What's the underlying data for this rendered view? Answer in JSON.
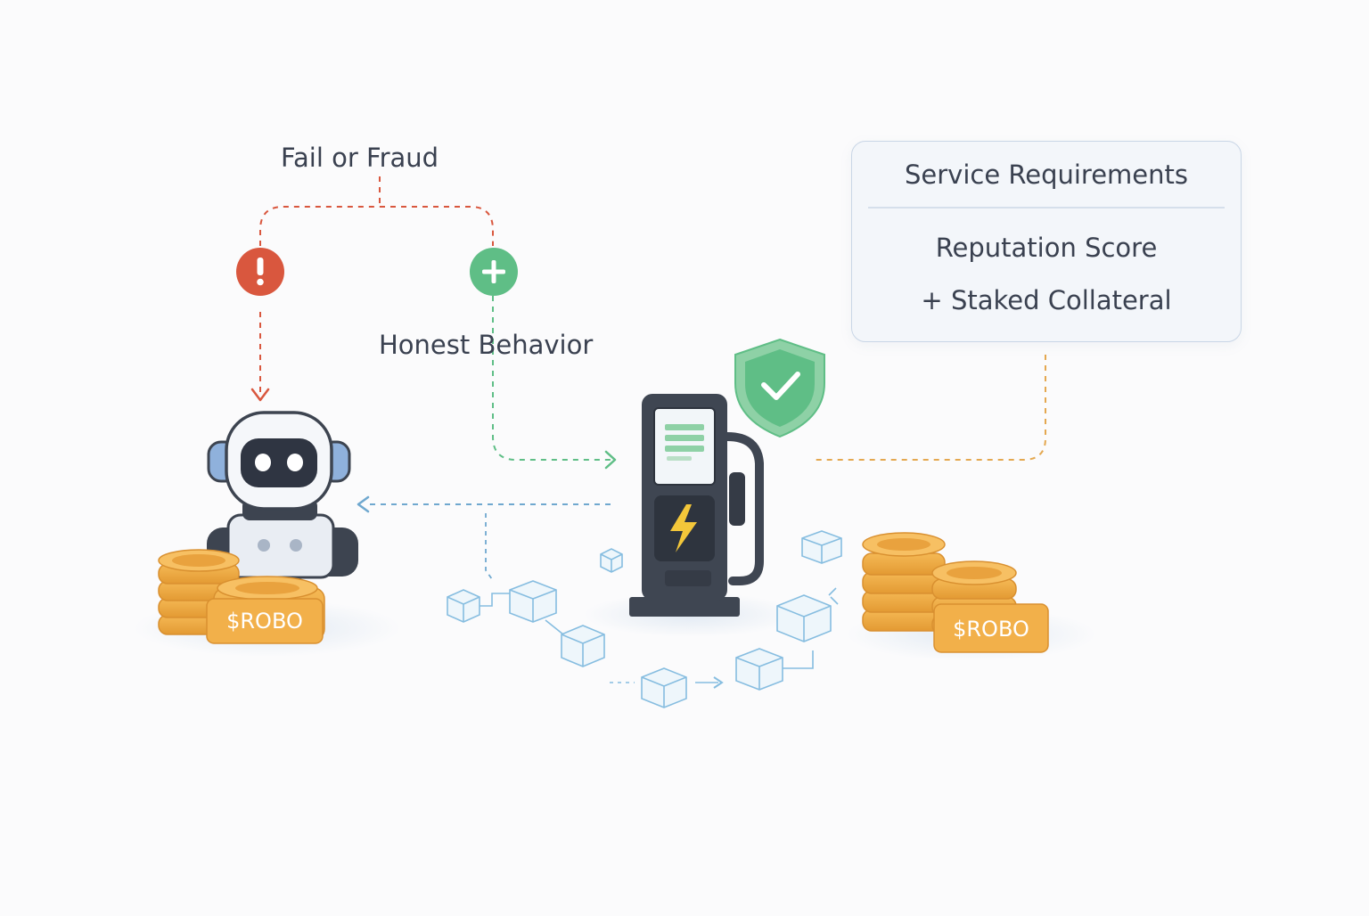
{
  "labels": {
    "fail_or_fraud": "Fail or Fraud",
    "honest_behavior": "Honest Behavior"
  },
  "requirements": {
    "title": "Service Requirements",
    "line1": "Reputation Score",
    "line2": "+ Staked Collateral"
  },
  "tokens": {
    "left": "$ROBO",
    "right": "$ROBO"
  },
  "icons": {
    "fail": "exclamation-icon",
    "honest": "plus-icon",
    "shield": "shield-check-icon",
    "bolt": "lightning-bolt-icon"
  },
  "colors": {
    "fail": "#d9573e",
    "honest": "#5fbe86",
    "data_flow": "#6fa8cf",
    "requirement_link": "#e4a850",
    "coin": "#f2b04a",
    "token_text": "#ffffff",
    "station": "#3f4652",
    "shield": "#5fbe86"
  }
}
